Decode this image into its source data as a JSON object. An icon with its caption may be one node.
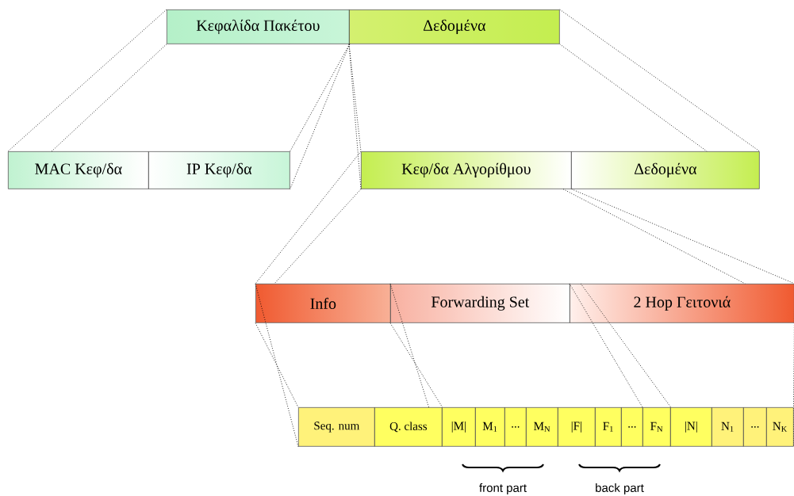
{
  "diagram": {
    "nodes": [
      {
        "text": [
          "Κεφαλίδα Πακέτου"
        ]
      },
      {
        "text": [
          "Δεδομένα"
        ]
      },
      {
        "text": [
          "MAC Κεφ/δα"
        ]
      },
      {
        "text": [
          "IP  Κεφ/δα"
        ]
      },
      {
        "text": [
          "Κεφ/δα Αλγορίθμου"
        ]
      },
      {
        "text": [
          "Δεδομένα"
        ]
      },
      {
        "text": [
          "Info"
        ]
      },
      {
        "text": [
          "Forwarding Set"
        ]
      },
      {
        "text": [
          "2 Hop Γειτονιά"
        ]
      },
      {
        "text": [
          "Seq. num"
        ]
      },
      {
        "text": [
          "Q. class"
        ]
      },
      {
        "text": [
          "|M|"
        ]
      },
      {
        "text": [
          "M$_{1}$"
        ]
      },
      {
        "text": [
          "..."
        ]
      },
      {
        "text": [
          "M$_{N}$"
        ]
      },
      {
        "text": [
          "|F|"
        ]
      },
      {
        "text": [
          "F$_{1}$"
        ]
      },
      {
        "text": [
          "..."
        ]
      },
      {
        "text": [
          "F$_{N}$"
        ]
      },
      {
        "text": [
          "|N|"
        ]
      },
      {
        "text": [
          "N$_{1}$"
        ]
      },
      {
        "text": [
          "..."
        ]
      },
      {
        "text": [
          "N$_{K}$"
        ]
      }
    ],
    "edges": [
      {
        "from": 0,
        "to": 2,
        "arrow": "none",
        "style": "dashed"
      },
      {
        "from": 0,
        "to": 2,
        "arrow": "none",
        "style": "dashed"
      },
      {
        "from": 0,
        "to": 3,
        "arrow": "none",
        "style": "dashed"
      },
      {
        "from": 0,
        "to": 3,
        "arrow": "none",
        "style": "dashed"
      },
      {
        "from": 1,
        "to": 4,
        "arrow": "none",
        "style": "dashed"
      },
      {
        "from": 1,
        "to": 4,
        "arrow": "none",
        "style": "dashed"
      },
      {
        "from": 1,
        "to": 5,
        "arrow": "none",
        "style": "dashed"
      },
      {
        "from": 1,
        "to": 5,
        "arrow": "none",
        "style": "dashed"
      },
      {
        "from": 4,
        "to": 6,
        "arrow": "none",
        "style": "dashed"
      },
      {
        "from": 4,
        "to": 6,
        "arrow": "none",
        "style": "dashed"
      },
      {
        "from": 4,
        "to": 8,
        "arrow": "none",
        "style": "dashed"
      },
      {
        "from": 4,
        "to": 8,
        "arrow": "none",
        "style": "dashed"
      },
      {
        "from": 6,
        "to": 9,
        "arrow": "none",
        "style": "dashed"
      },
      {
        "from": 6,
        "to": 9,
        "arrow": "none",
        "style": "dashed"
      },
      {
        "from": 7,
        "to": 10,
        "arrow": "none",
        "style": "dashed"
      },
      {
        "from": 7,
        "to": 10,
        "arrow": "none",
        "style": "dashed"
      },
      {
        "from": 8,
        "to": 18,
        "arrow": "none",
        "style": "dashed"
      },
      {
        "from": 8,
        "to": 18,
        "arrow": "none",
        "style": "dashed"
      },
      {
        "from": 8,
        "to": 22,
        "arrow": "none",
        "style": "dashed"
      },
      {
        "from": 8,
        "to": 22,
        "arrow": "none",
        "style": "dashed"
      }
    ],
    "labels": [
      "front part",
      "back part"
    ]
  }
}
